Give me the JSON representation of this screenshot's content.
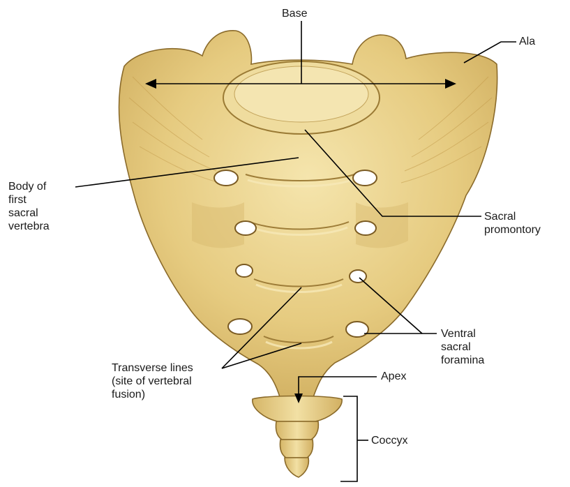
{
  "figure": {
    "colors": {
      "bone_fill": "#e8cf86",
      "bone_light": "#f3e2a8",
      "bone_shadow": "#c9a556",
      "outline": "#8a6a2a",
      "foramen": "#ffffff",
      "leader_line": "#000000"
    },
    "labels": {
      "base": "Base",
      "ala": "Ala",
      "body_first": "Body of\nfirst\nsacral\nvertebra",
      "promontory": "Sacral\npromontory",
      "foramina": "Ventral\nsacral\nforamina",
      "transverse": "Transverse lines\n(site of vertebral\nfusion)",
      "apex": "Apex",
      "coccyx": "Coccyx"
    }
  }
}
